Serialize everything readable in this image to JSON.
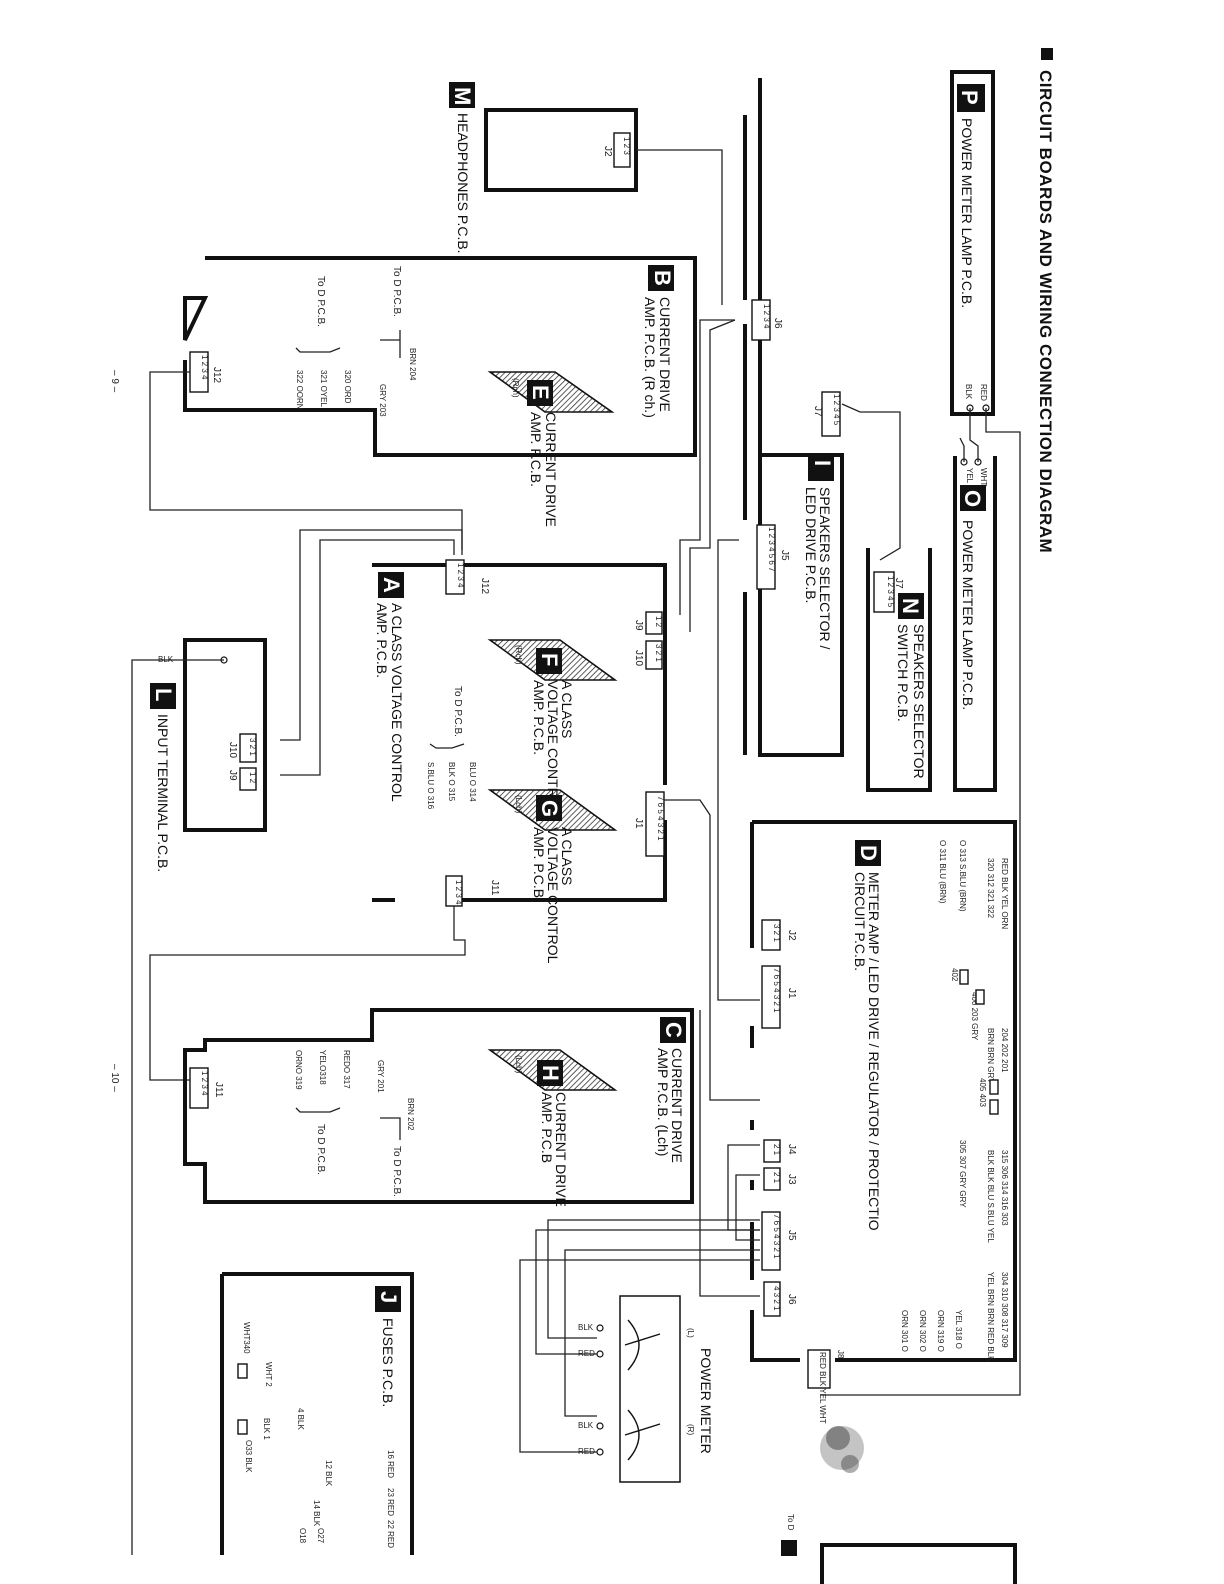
{
  "title": "CIRCUIT BOARDS AND WIRING CONNECTION DIAGRAM",
  "page_numbers": {
    "left": "– 9 –",
    "right": "– 10 –"
  },
  "boards": {
    "P": {
      "letter": "P",
      "name": "POWER METER LAMP P.C.B."
    },
    "O": {
      "letter": "O",
      "name": "POWER METER LAMP P.C.B."
    },
    "N": {
      "letter": "N",
      "name_1": "SPEAKERS SELECTOR",
      "name_2": "SWITCH P.C.B."
    },
    "I": {
      "letter": "I",
      "name_1": "SPEAKERS SELECTOR /",
      "name_2": "LED DRIVE P.C.B."
    },
    "M": {
      "letter": "M",
      "name": "HEADPHONES P.C.B."
    },
    "B": {
      "letter": "B",
      "name_1": "CURRENT DRIVE",
      "name_2": "AMP. P.C.B. (R ch.)"
    },
    "E": {
      "letter": "E",
      "name_1": "CURRENT DRIVE",
      "name_2": "AMP. P.C.B.",
      "ch": "(Rch)"
    },
    "A": {
      "letter": "A",
      "name_1": "A CLASS VOLTAGE CONTROL",
      "name_2": "AMP. P.C.B."
    },
    "F": {
      "letter": "F",
      "name_1": "A CLASS",
      "name_2": "VOLTAGE CONTROL",
      "name_3": "AMP. P.C.B.",
      "ch": "(Rch)"
    },
    "G": {
      "letter": "G",
      "name_1": "A CLASS",
      "name_2": "VOLTAGE CONTROL",
      "name_3": "AMP. P.C.B.",
      "ch": "(Lch)"
    },
    "C": {
      "letter": "C",
      "name_1": "CURRENT DRIVE",
      "name_2": "AMP P.C.B. (Lch)"
    },
    "H": {
      "letter": "H",
      "name_1": "CURRENT DRIVE",
      "name_2": "AMP. P.C.B",
      "ch": "(Lch)"
    },
    "D": {
      "letter": "D",
      "name_1": "METER AMP / LED DRIVE / REGULATOR / PROTECTIO",
      "name_2": "CIRCUIT P.C.B."
    },
    "L": {
      "letter": "L",
      "name": "INPUT TERMINAL P.C.B."
    },
    "J": {
      "letter": "J",
      "name": "FUSES P.C.B."
    }
  },
  "connectors": {
    "j2_m": "J2",
    "j6_i": "J6",
    "j7_i": "J7",
    "j5_i": "J5",
    "j7_n": "J7",
    "j12_b": "J12",
    "j12_a": "J12",
    "j9_a": "J9",
    "j10_a": "J10",
    "j1_a": "J1",
    "j11_a": "J11",
    "j10_l": "J10",
    "j9_l": "J9",
    "j11_c": "J11",
    "j2_d": "J2",
    "j1_d": "J1",
    "j4_d": "J4",
    "j3_d": "J3",
    "j5_d": "J5",
    "j6_d": "J6",
    "j8_d": "J8"
  },
  "pin_labels": {
    "p123": "1 2 3",
    "p1234": "1 2 3 4",
    "p12345": "1 2 3 4 5",
    "p1234567": "1 2 3 4 5 6 7",
    "p7654321": "7 6 5 4 3 2 1",
    "p321": "3 2 1",
    "p21": "2 1",
    "p12": "1 2",
    "p4321": "4 3 2 1"
  },
  "wire_labels": {
    "red": "RED",
    "blk": "BLK",
    "wht": "WHT",
    "yel": "YEL",
    "brn_204": "BRN 204",
    "gry_203": "GRY 203",
    "w320": "320 ORD",
    "w321": "321 OYEL",
    "w322": "322 OORN",
    "to_d_pcb": "To D P.C.B.",
    "w314": "BLU O 314",
    "w315": "BLK O 315",
    "w316": "S.BLU O 316",
    "w317": "REDO 317",
    "w318": "YELO318",
    "w319": "ORNO 319",
    "w201": "GRY 201",
    "w202": "BRN 202",
    "d_top": "RED BLK YEL ORN",
    "d_top_n": "320 312 321 322",
    "d_313": "O 313 S.BLU (BRN)",
    "d_311": "O 311 BLU (BRN)",
    "d_402": "402",
    "d_406": "406 203 GRY",
    "d_204": "204 202 201",
    "d_204c": "BRN BRN GRY",
    "d_405": "405 403",
    "d_305": "305 307 GRY GRY",
    "d_315": "315 306 314 316 303",
    "d_315c": "BLK BLK BLU S.BLU YEL",
    "d_304": "304 310 308 317 309",
    "d_304c": "YEL BRN BRN RED BLK",
    "d_318": "YEL 318 O",
    "d_319": "ORN 319 O",
    "d_302": "ORN 302 O",
    "d_301": "ORN 301 O",
    "j8_pins": "RED BLK YEL WHT",
    "f_16": "16 RED",
    "f_23": "23 RED",
    "f_22": "22 RED",
    "f_12": "12 BLK",
    "f_14": "14 BLK",
    "f_4": "4 BLK",
    "f_wht340": "WHT340",
    "f_wht2": "WHT 2",
    "f_blk1": "BLK 1",
    "f_033": "O33 BLK",
    "f_018": "O18",
    "f_027": "O27"
  },
  "power_meter": {
    "title": "POWER METER",
    "left": "(L)",
    "right": "(R)",
    "blk": "BLK",
    "red": "RED"
  },
  "to_d": "To D"
}
